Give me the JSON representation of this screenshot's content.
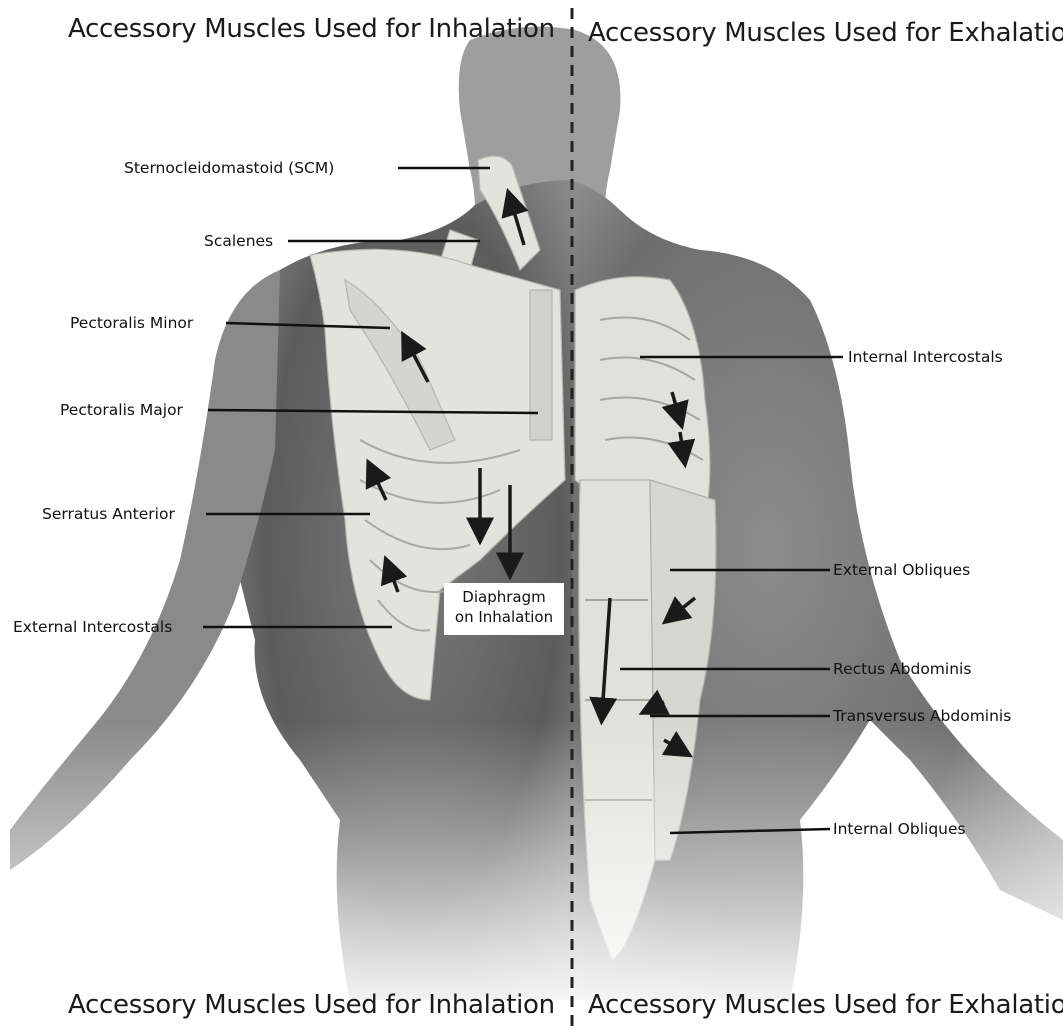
{
  "titles": {
    "top_left": "Accessory Muscles Used for Inhalation",
    "top_right": "Accessory Muscles Used for Exhalation",
    "bottom_left": "Accessory Muscles Used for Inhalation",
    "bottom_right": "Accessory Muscles Used for Exhalation"
  },
  "inhalation_labels": {
    "scm": "Sternocleidomastoid (SCM)",
    "scalenes": "Scalenes",
    "pectoralis_minor": "Pectoralis Minor",
    "pectoralis_major": "Pectoralis Major",
    "serratus_anterior": "Serratus Anterior",
    "external_intercostals": "External Intercostals"
  },
  "exhalation_labels": {
    "internal_intercostals": "Internal Intercostals",
    "external_obliques": "External Obliques",
    "rectus_abdominis": "Rectus Abdominis",
    "transversus_abdominis": "Transversus Abdominis",
    "internal_obliques": "Internal Obliques"
  },
  "diaphragm_note": {
    "line1": "Diaphragm",
    "line2": "on Inhalation"
  },
  "colors": {
    "skin_dark": "#5a5a5a",
    "skin_light": "#bdbdbd",
    "muscle_overlay": "#e2e2df",
    "leader_line": "#111111",
    "divider": "#222222"
  }
}
